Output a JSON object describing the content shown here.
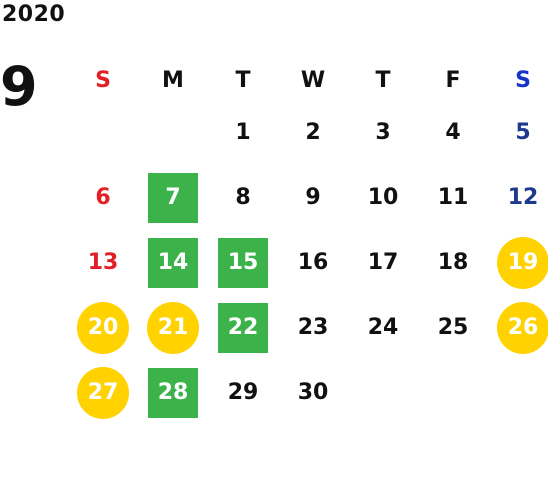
{
  "header": {
    "year": "2020",
    "month": "9"
  },
  "weekdays": [
    "S",
    "M",
    "T",
    "W",
    "T",
    "F",
    "S"
  ],
  "colors": {
    "sunday": "#e21f26",
    "saturday": "#1433c8",
    "saturday_date": "#1e3a8c",
    "green_badge": "#3cb34a",
    "yellow_badge": "#ffd200"
  },
  "weeks": [
    [
      "",
      "",
      "1",
      "2",
      "3",
      "4",
      "5"
    ],
    [
      "6",
      "7",
      "8",
      "9",
      "10",
      "11",
      "12"
    ],
    [
      "13",
      "14",
      "15",
      "16",
      "17",
      "18",
      "19"
    ],
    [
      "20",
      "21",
      "22",
      "23",
      "24",
      "25",
      "26"
    ],
    [
      "27",
      "28",
      "29",
      "30",
      "",
      "",
      ""
    ]
  ]
}
